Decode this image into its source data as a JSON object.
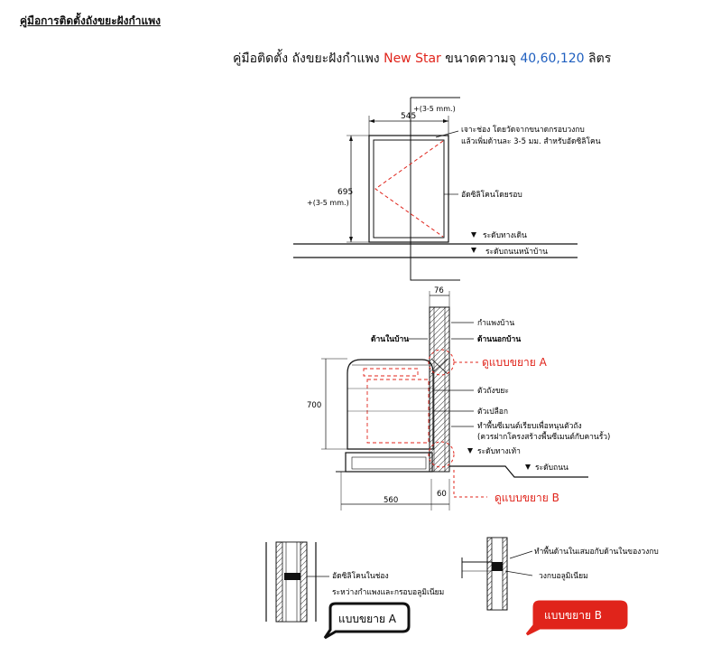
{
  "header": {
    "title": "คู่มือการติดตั้งถังขยะฝังกำแพง"
  },
  "main_title": {
    "prefix": "คู่มือติดตั้ง ถังขยะฝังกำแพง",
    "brand": "New Star",
    "middle": "ขนาดความจุ",
    "sizes": "40,60,120",
    "suffix": "ลิตร"
  },
  "colors": {
    "brand_red": "#e0241b",
    "sizes_blue": "#1f5fbf",
    "guide_red": "#e0241b",
    "badge_red": "#e0241b"
  },
  "front_view": {
    "width_dim": "545",
    "width_tol": "+(3-5 mm.)",
    "height_dim": "695",
    "height_tol": "+(3-5 mm.)",
    "note_cut_1": "เจาะช่อง โดยวัดจากขนาดกรอบวงกบ",
    "note_cut_2": "แล้วเพิ่มด้านละ 3-5 มม. สำหรับอัดซิลิโคน",
    "note_silicone": "อัดซิลิโคนโดยรอบ",
    "level_walk": "ระดับทางเดิน",
    "level_road": "ระดับถนนหน้าบ้าน"
  },
  "section_view": {
    "wall_dim": "76",
    "wall_label": "กำแพงบ้าน",
    "inside_label": "ด้านในบ้าน",
    "outside_label": "ด้านนอกบ้าน",
    "detail_a": "ดูแบบขยาย A",
    "height_dim": "700",
    "bin_label": "ตัวถังขยะ",
    "shell_label": "ตัวเปลือก",
    "base_1": "ทำพื้นซีเมนต์เรียบเพื่อหนุนตัวถัง",
    "base_2": "(ควรฝากโครงสร้างพื้นซีเมนต์กับคานรั้ว)",
    "level_foot": "ระดับทางเท้า",
    "level_road": "ระดับถนน",
    "dim_560": "560",
    "dim_60": "60",
    "detail_b": "ดูแบบขยาย B"
  },
  "detail_a": {
    "note_1": "อัดซิลิโคนในช่อง",
    "note_2": "ระหว่างกำแพงและกรอบอลูมิเนียม",
    "badge": "แบบขยาย A"
  },
  "detail_b": {
    "note_1": "ทำพื้นด้านในเสมอกับด้านในของวงกบ",
    "note_2": "วงกบอลูมิเนียม",
    "badge": "แบบขยาย B"
  }
}
